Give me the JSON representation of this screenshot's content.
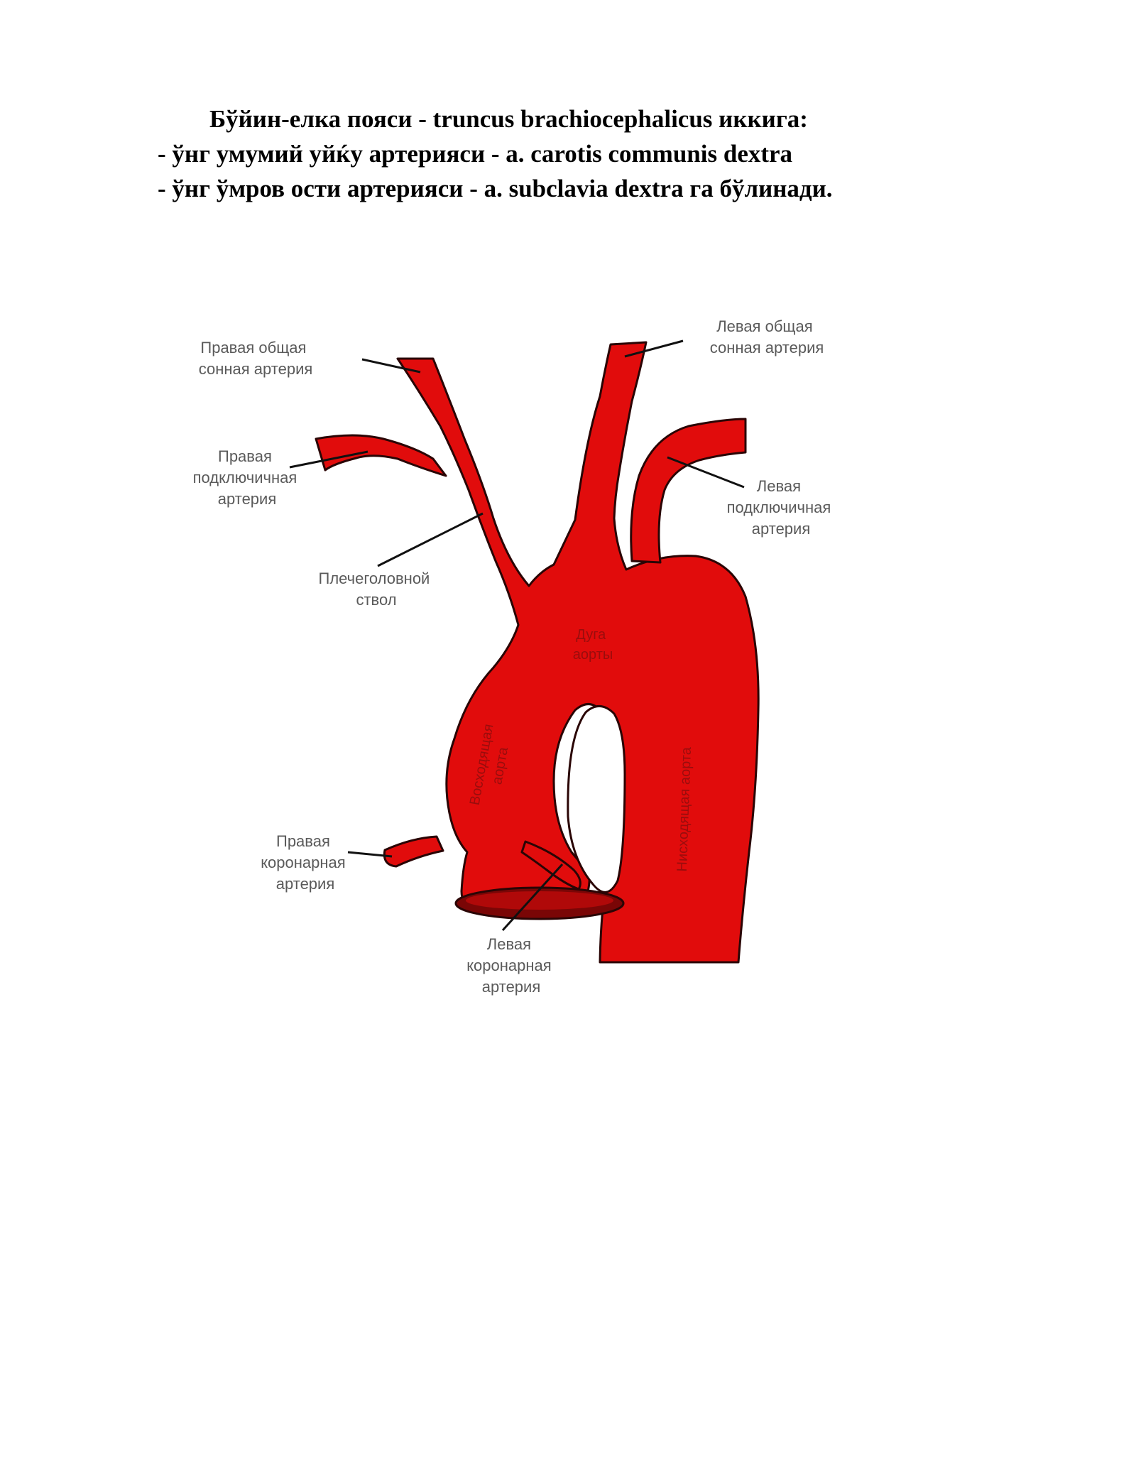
{
  "text": {
    "line1": "Бўйин-елка пояси - truncus brachiocephalicus иккига:",
    "line2": "- ўнг умумий уйќу артерияси - a. carotis communis dextra",
    "line3": "- ўнг ўмров ости артерияси - a. subclavia dextra га бўлинади."
  },
  "figure": {
    "labels": {
      "right_common_carotid": [
        "Правая общая",
        "сонная артерия"
      ],
      "left_common_carotid": [
        "Левая общая",
        "сонная артерия"
      ],
      "right_subclavian": [
        "Правая",
        "подключичная",
        "артерия"
      ],
      "left_subclavian": [
        "Левая",
        "подключичная",
        "артерия"
      ],
      "brachiocephalic_trunk": [
        "Плечеголовной",
        "ствол"
      ],
      "aortic_arch": [
        "Дуга",
        "аорты"
      ],
      "ascending_aorta": [
        "Восходящая",
        "аорта"
      ],
      "descending_aorta": [
        "Нисходящая аорта"
      ],
      "right_coronary": [
        "Правая",
        "коронарная",
        "артерия"
      ],
      "left_coronary": [
        "Левая",
        "коронарная",
        "артерия"
      ]
    },
    "colors": {
      "vessel": "#e10c0c",
      "outline": "#2a0505",
      "leader": "#111111",
      "label": "#5a5a5a"
    }
  }
}
